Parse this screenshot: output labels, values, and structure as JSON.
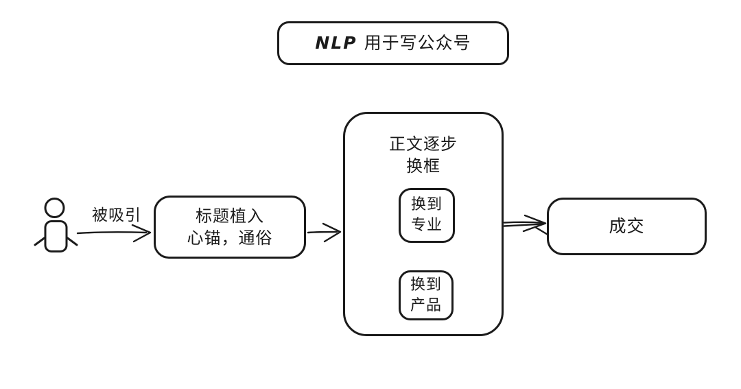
{
  "diagram": {
    "title": {
      "prefix": "NLP",
      "suffix": "用于写公众号"
    },
    "edges": {
      "attract_label": "被吸引"
    },
    "nodes": {
      "headline": {
        "line1": "标题植入",
        "line2": "心锚，通俗"
      },
      "body": {
        "line1": "正文逐步",
        "line2": "换框"
      },
      "professional": {
        "line1": "换到",
        "line2": "专业"
      },
      "product": {
        "line1": "换到",
        "line2": "产品"
      },
      "deal": {
        "label": "成交"
      }
    },
    "colors": {
      "stroke": "#1b1b1b",
      "background": "#ffffff"
    }
  }
}
